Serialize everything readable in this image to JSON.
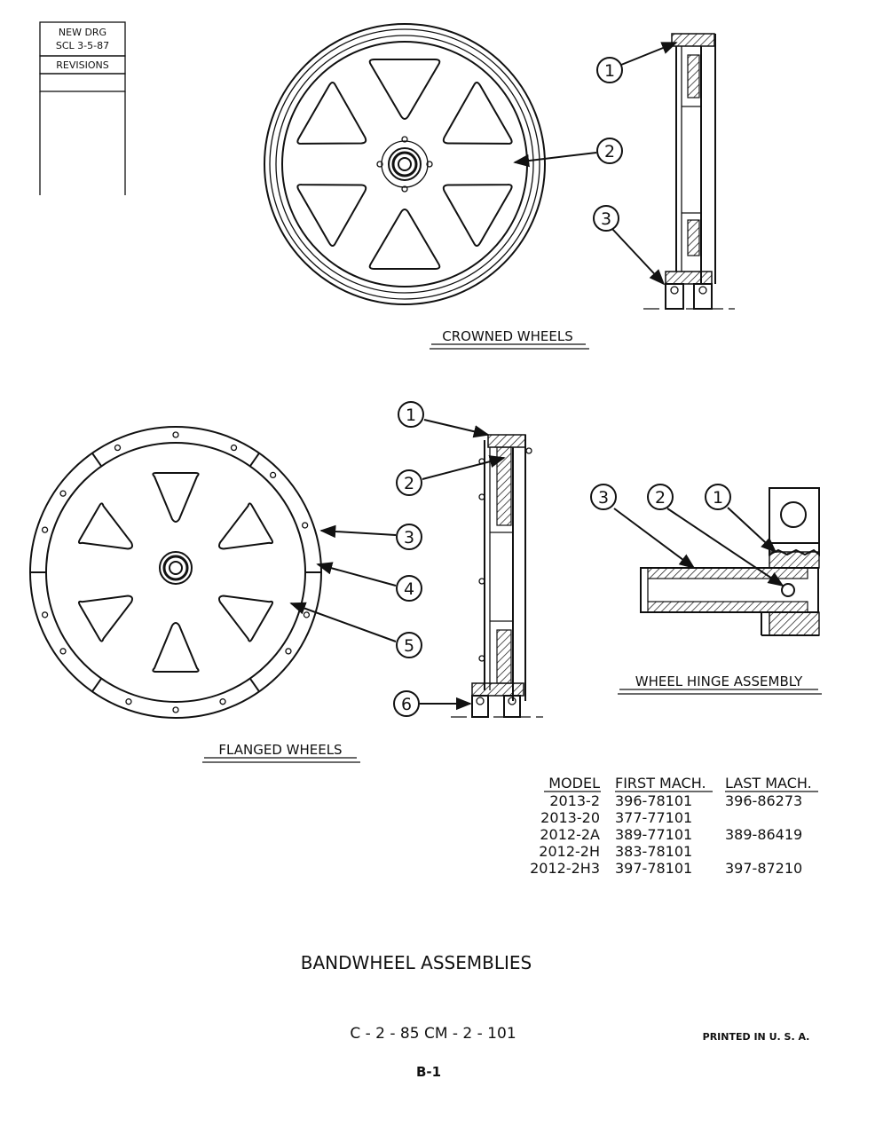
{
  "revision_block": {
    "line1": "NEW DRG",
    "line2": "SCL 3-5-87",
    "revisions": "REVISIONS"
  },
  "captions": {
    "crowned": "CROWNED WHEELS",
    "flanged": "FLANGED WHEELS",
    "hinge": "WHEEL HINGE ASSEMBLY"
  },
  "callouts": {
    "crowned": [
      "1",
      "2",
      "3"
    ],
    "flanged": [
      "1",
      "2",
      "3",
      "4",
      "5",
      "6"
    ],
    "hinge": [
      "3",
      "2",
      "1"
    ]
  },
  "model_table": {
    "headers": [
      "MODEL",
      "FIRST MACH.",
      "LAST MACH."
    ],
    "rows": [
      [
        "2013-2",
        "396-78101",
        "396-86273"
      ],
      [
        "2013-20",
        "377-77101",
        ""
      ],
      [
        "2012-2A",
        "389-77101",
        "389-86419"
      ],
      [
        "2012-2H",
        "383-78101",
        ""
      ],
      [
        "2012-2H3",
        "397-78101",
        "397-87210"
      ]
    ]
  },
  "title": "BANDWHEEL ASSEMBLIES",
  "drawing_number": "C - 2 - 85   CM - 2 - 101",
  "printed": "PRINTED IN U. S. A.",
  "page_number": "B-1"
}
